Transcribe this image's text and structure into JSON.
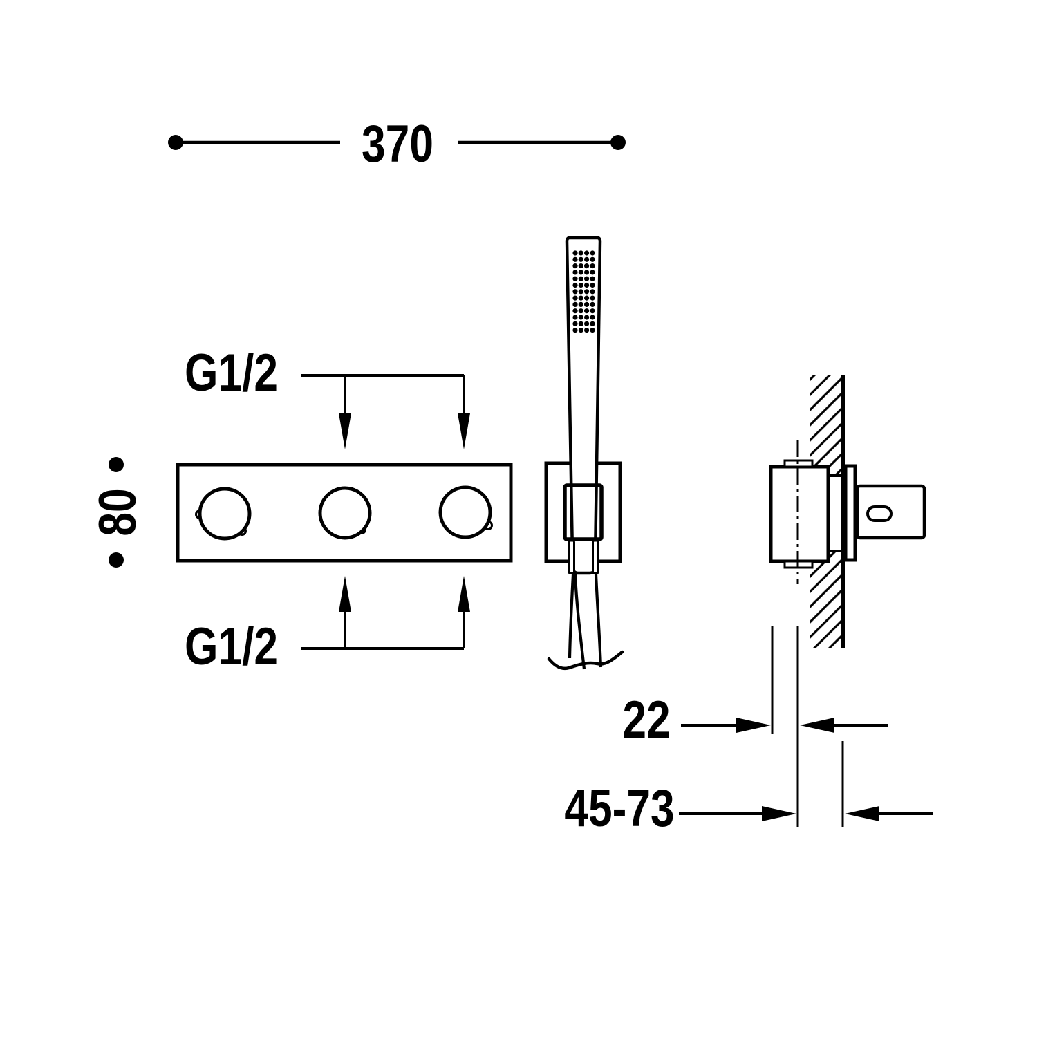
{
  "drawing": {
    "type": "technical installation drawing",
    "colors": {
      "line": "#000000",
      "background": "#ffffff"
    },
    "front_view": {
      "plate_width_label": "370",
      "plate_height_label": "80",
      "inlet_top_label": "G1/2",
      "inlet_bottom_label": "G1/2",
      "knob_count": 3
    },
    "side_view": {
      "trim_depth_label": "22",
      "install_depth_range_label": "45-73"
    }
  }
}
